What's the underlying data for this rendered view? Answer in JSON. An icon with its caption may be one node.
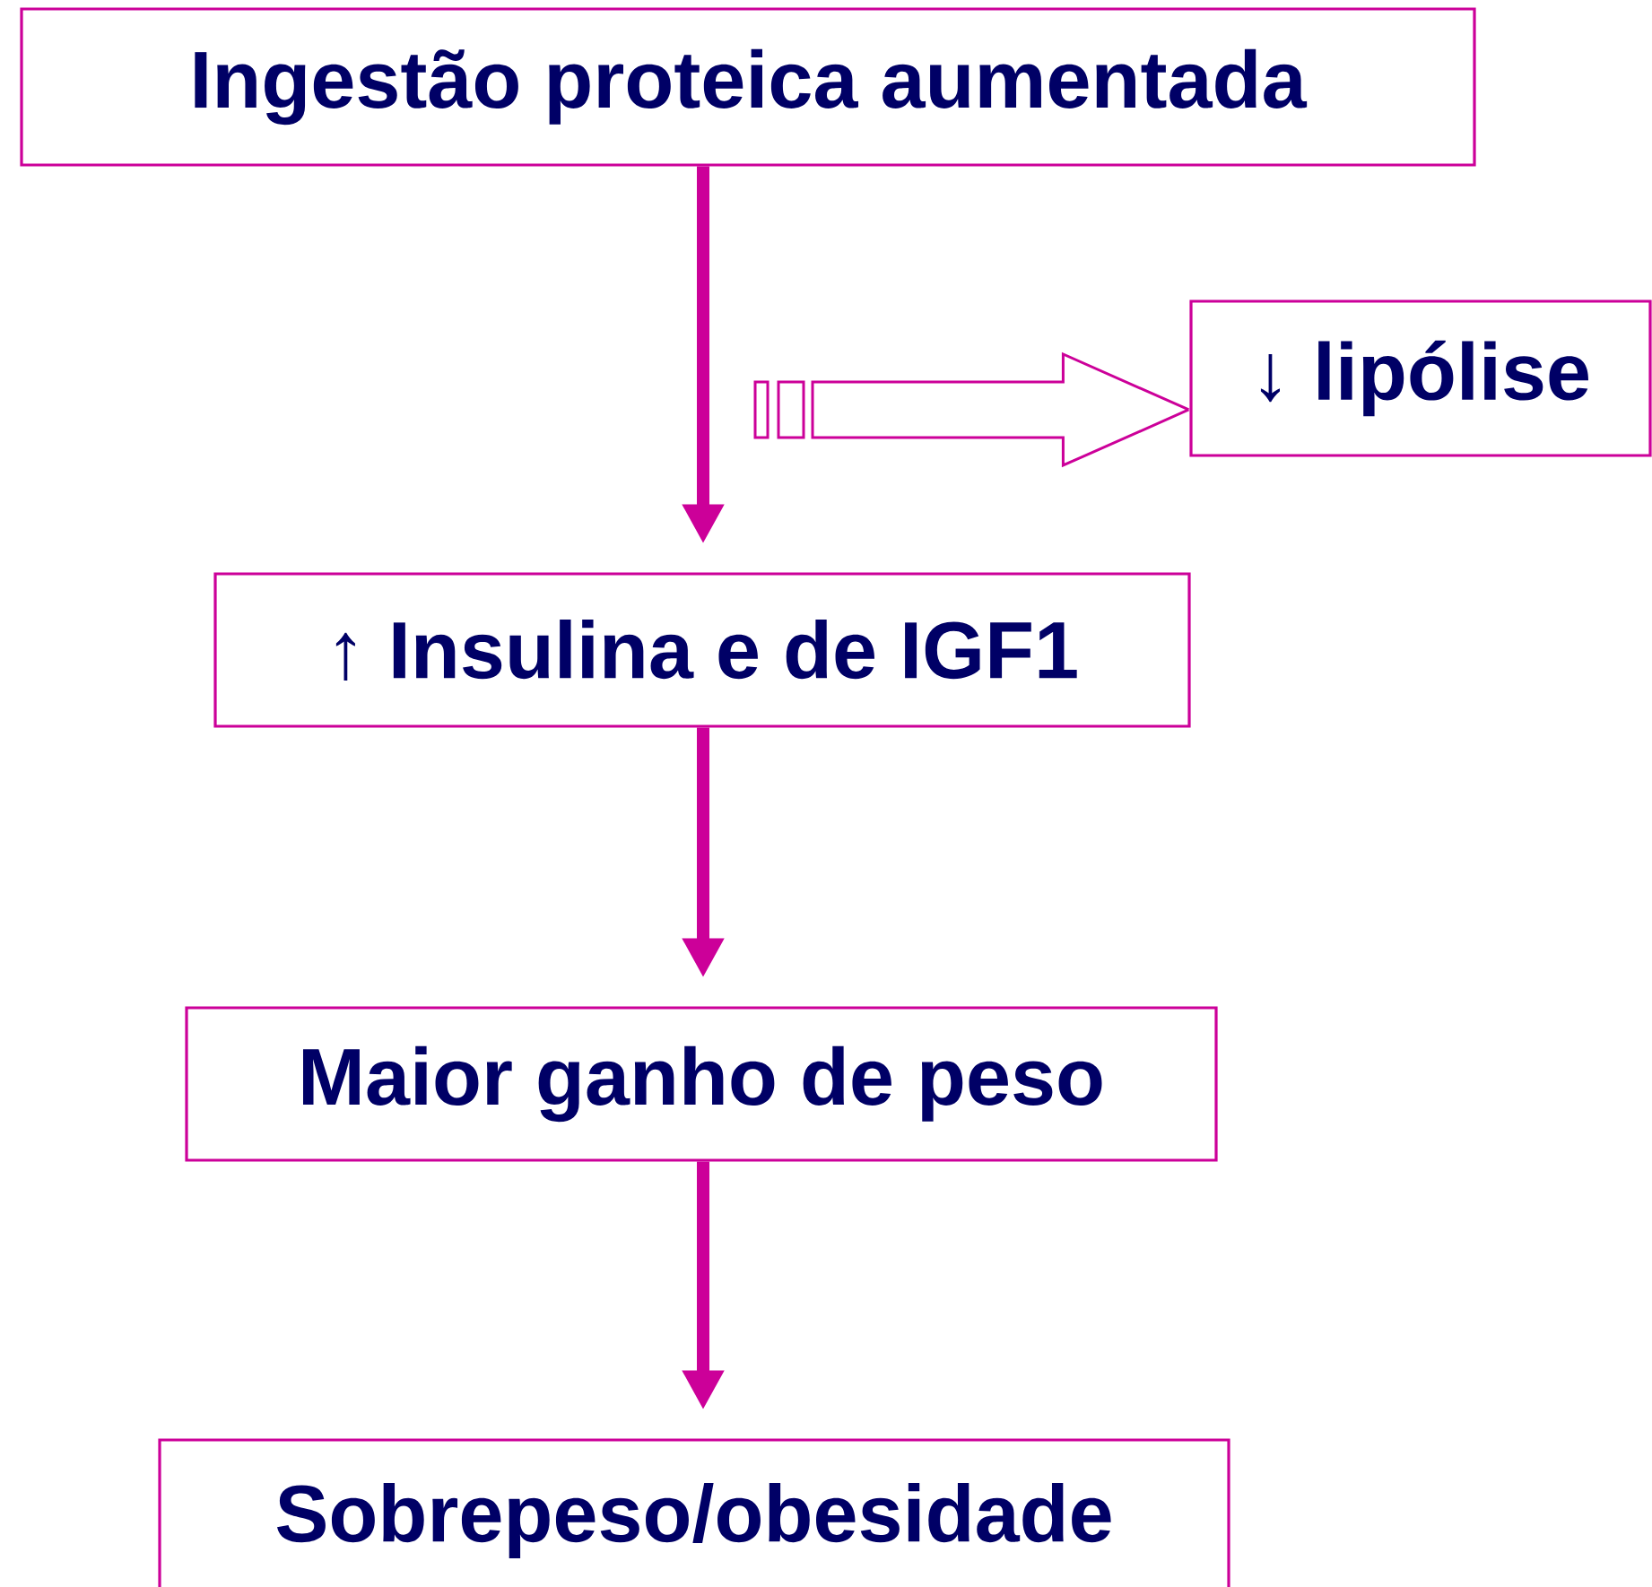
{
  "diagram": {
    "nodes": [
      {
        "text": [
          "Ingestão proteica aumentada"
        ]
      },
      {
        "text": [
          "↓ lipólise"
        ]
      },
      {
        "text": [
          "↑ Insulina e de IGF1"
        ]
      },
      {
        "text": [
          "Maior ganho de peso"
        ]
      },
      {
        "text": [
          "Sobrepeso/obesidade"
        ]
      }
    ],
    "edges": [
      {
        "from": 0,
        "to": 2,
        "arrow": "to"
      },
      {
        "from": null,
        "to": 1,
        "arrow": "to"
      },
      {
        "from": 2,
        "to": 3,
        "arrow": "to"
      },
      {
        "from": 3,
        "to": 4,
        "arrow": "to"
      }
    ]
  }
}
